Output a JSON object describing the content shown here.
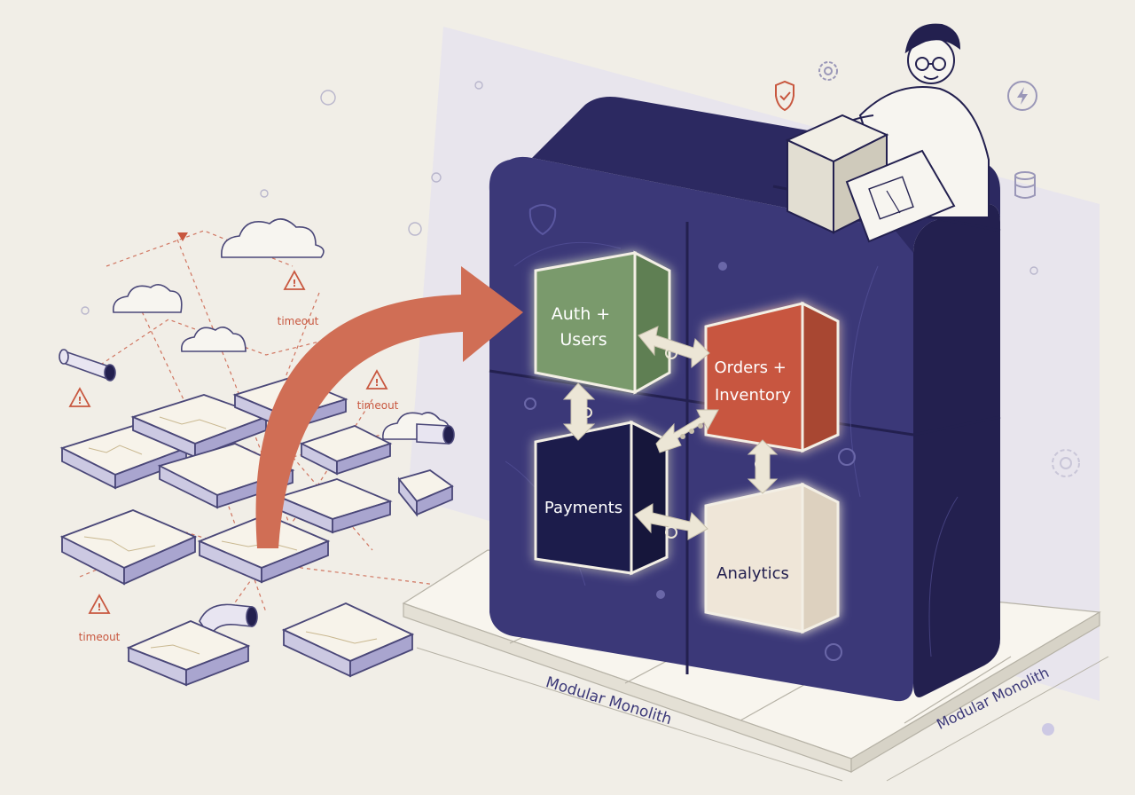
{
  "modules": [
    {
      "label_lines": [
        "Auth +",
        "Users"
      ],
      "color": "#7a9a6c"
    },
    {
      "label_lines": [
        "Orders +",
        "Inventory"
      ],
      "color": "#c8573f"
    },
    {
      "label_lines": [
        "Payments"
      ],
      "color": "#1e1c4c"
    },
    {
      "label_lines": [
        "Analytics"
      ],
      "color": "#efe6d8"
    }
  ],
  "base": {
    "labels": [
      "Modular Monolith",
      "Modular Monolith"
    ]
  },
  "warnings": [
    "timeout",
    "timeout",
    "timeout"
  ],
  "colors": {
    "background": "#f1eee7",
    "monolith_navy": "#3b3878",
    "monolith_dark": "#23204f",
    "arrow": "#d06e55",
    "warning": "#c8573f",
    "shard_outline": "#4a4778"
  }
}
